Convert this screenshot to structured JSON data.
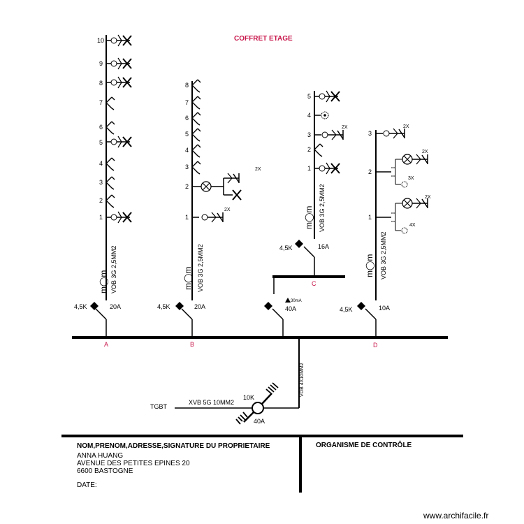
{
  "title": "COFFRET ETAGE",
  "watermark": "www.archifacile.fr",
  "colors": {
    "line": "#000000",
    "label": "#c8174b"
  },
  "supply": {
    "source": "TGBT",
    "cable": "XVB 5G 10MM2",
    "breaking_capacity": "10K",
    "rating": "40A",
    "riser_cable": "VOB 4X10MM2"
  },
  "circuits": {
    "A": {
      "label": "A",
      "breaking_capacity": "4,5K",
      "rating": "20A",
      "cable": "VOB 3G 2,5MM2",
      "points": [
        "10",
        "9",
        "8",
        "7",
        "6",
        "5",
        "4",
        "3",
        "2",
        "1"
      ]
    },
    "B": {
      "label": "B",
      "breaking_capacity": "4,5K",
      "rating": "20A",
      "cable": "VOB 3G 2,5MM2",
      "points": [
        "8",
        "7",
        "6",
        "5",
        "4",
        "3",
        "2",
        "1"
      ],
      "multipliers": [
        "2X",
        "2X"
      ]
    },
    "C": {
      "label": "C",
      "main_rating": "40A",
      "differential": "30mA",
      "sub_breaking_capacity": "4,5K",
      "sub_rating": "16A",
      "cable": "VOB 3G 2,5MM2",
      "points": [
        "5",
        "4",
        "3",
        "2",
        "1"
      ],
      "multipliers": [
        "2X"
      ]
    },
    "D": {
      "label": "D",
      "breaking_capacity": "4,5K",
      "rating": "10A",
      "cable": "VOB 3G 2,5MM2",
      "points": [
        "3",
        "2",
        "1"
      ],
      "multipliers": [
        "2X",
        "2X",
        "3X",
        "2X",
        "4X"
      ]
    }
  },
  "footer": {
    "owner_heading": "NOM,PRENOM,ADRESSE,SIGNATURE DU PROPRIETAIRE",
    "owner_name": "ANNA HUANG",
    "address_line1": "AVENUE DES PETITES EPINES 20",
    "address_line2": "6600 BASTOGNE",
    "date_label": "DATE:",
    "control_heading": "ORGANISME DE CONTRÔLE"
  }
}
